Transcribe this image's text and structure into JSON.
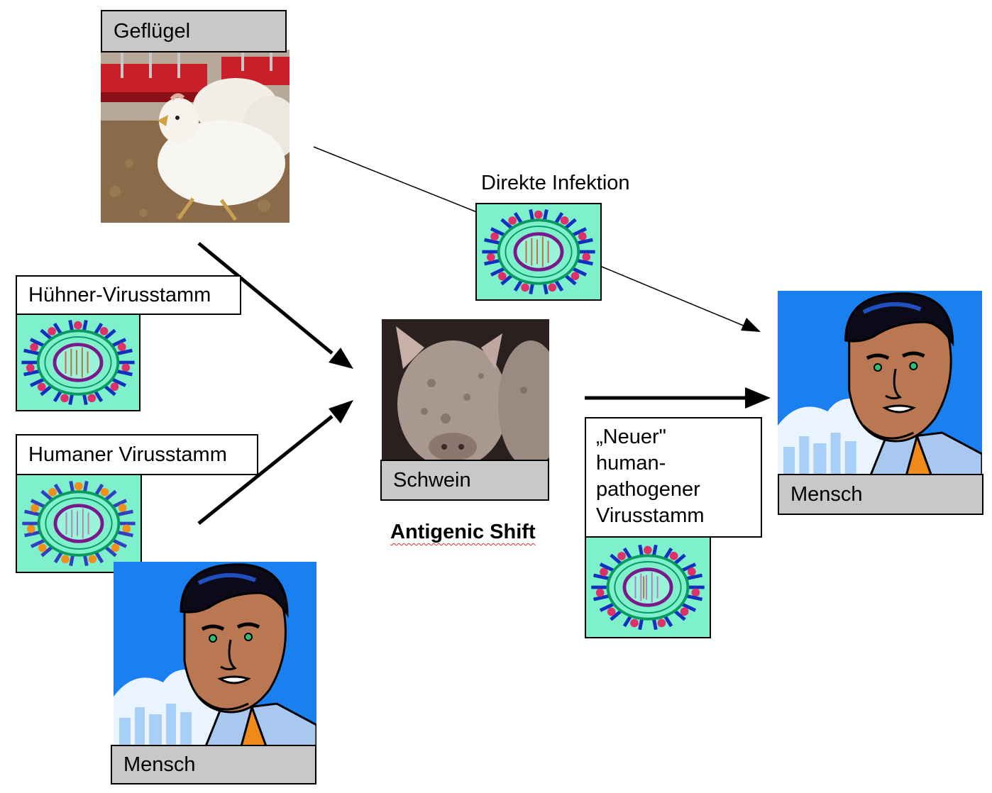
{
  "nodes": {
    "poultry": {
      "label": "Geflügel"
    },
    "chicken_strain": {
      "label": "Hühner-Virusstamm"
    },
    "human_strain": {
      "label": "Humaner Virusstamm"
    },
    "pig": {
      "label": "Schwein"
    },
    "human_bottom": {
      "label": "Mensch"
    },
    "human_right": {
      "label": "Mensch"
    },
    "new_strain": {
      "lines": [
        "„Neuer\"",
        "human-",
        "pathogener",
        "Virusstamm"
      ]
    }
  },
  "edges": {
    "direct_infection": {
      "label": "Direkte Infektion"
    }
  },
  "process": {
    "label": "Antigenic Shift"
  },
  "colors": {
    "virus_background": "#7ff0cc",
    "virus_spikes": "#1030c0",
    "virus_envelope": "#7a1a8a",
    "chicken_virus_knobs": "#e0306a",
    "human_virus_knobs": "#f0901c",
    "sky": "#1a80f0",
    "label_grey": "#c8c8c8"
  },
  "icons": {
    "virus": "influenza-virus-icon",
    "human": "man-portrait-clipart",
    "chicken": "chicken-photo",
    "pig": "pig-photo"
  }
}
